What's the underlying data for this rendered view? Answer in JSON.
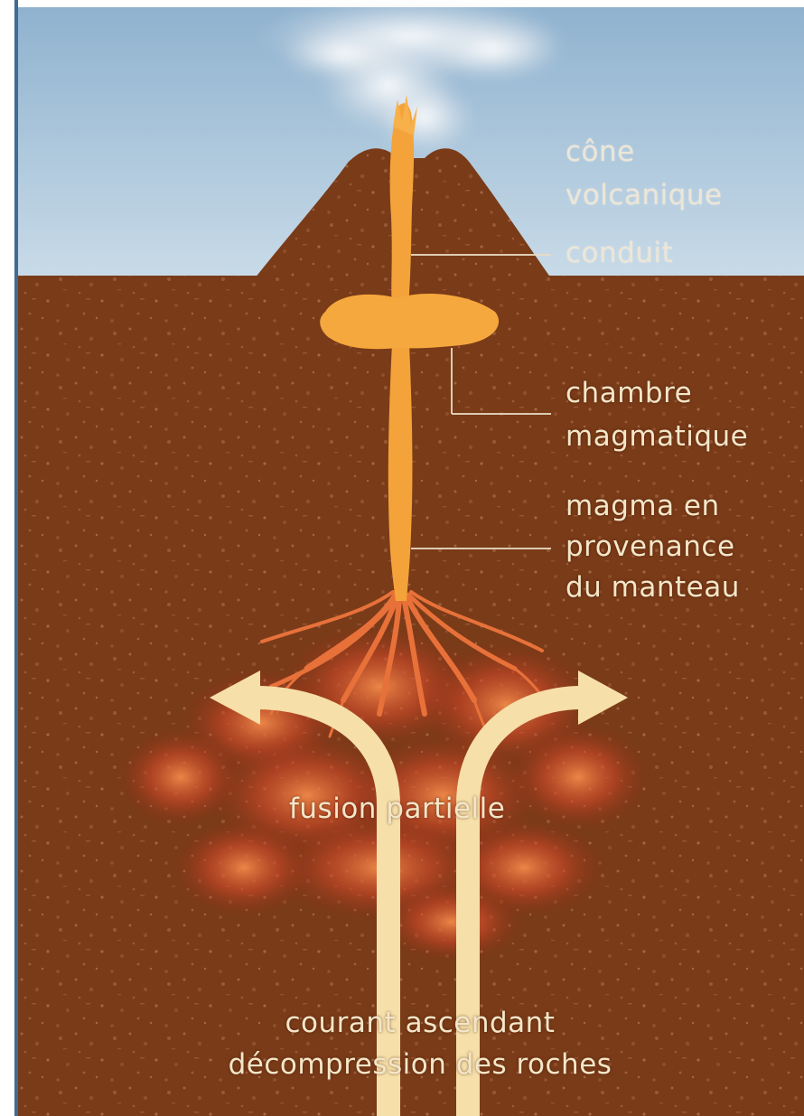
{
  "labels": {
    "cone": [
      "cône",
      "volcanique"
    ],
    "conduit": "conduit",
    "chamber": [
      "chambre",
      "magmatique"
    ],
    "mantle_magma": [
      "magma en",
      "provenance",
      "du manteau"
    ],
    "partial_fusion": "fusion partielle",
    "upwelling": [
      "courant ascendant",
      "décompression des roches"
    ]
  },
  "colors": {
    "sky": "#b8d0e2",
    "ground": "#7a3b18",
    "magma": "#f4a33a",
    "magma_glow": "#e0552a",
    "arrow": "#f6dfa8",
    "smoke": "#e8e8e8"
  }
}
